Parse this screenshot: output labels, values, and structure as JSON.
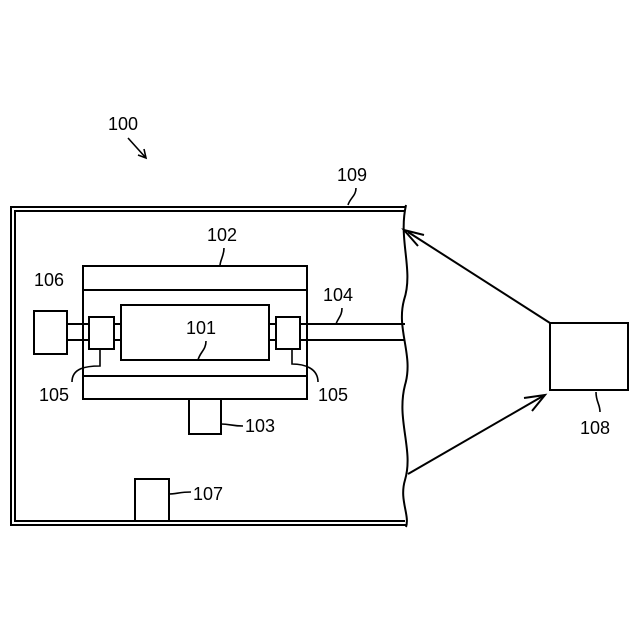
{
  "labels": {
    "system": "100",
    "housing": "109",
    "frame": "102",
    "shaft": "104",
    "left_unit": "106",
    "core": "101",
    "bearing_left": "105",
    "bearing_right": "105",
    "base": "103",
    "sensor": "107",
    "external_device": "108"
  },
  "colors": {
    "stroke": "#000000",
    "background": "#ffffff"
  }
}
